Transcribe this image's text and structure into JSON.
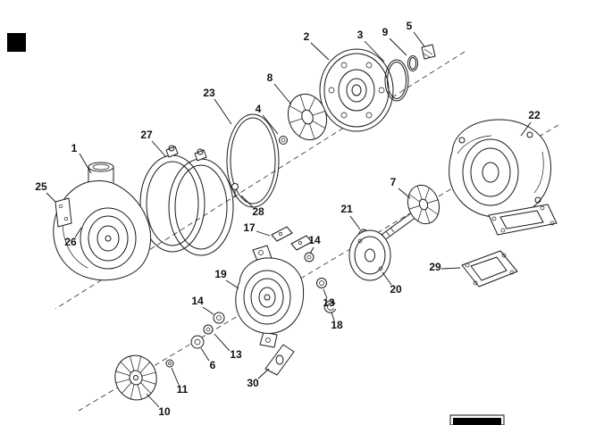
{
  "colors": {
    "background": "#ffffff",
    "line_art": "#1a1a1a",
    "callout_text": "#111111",
    "corner_marker": "#000000"
  },
  "diagram": {
    "kind": "exploded-parts-line-drawing"
  },
  "callouts": [
    {
      "label": "1"
    },
    {
      "label": "27"
    },
    {
      "label": "23"
    },
    {
      "label": "8"
    },
    {
      "label": "2"
    },
    {
      "label": "3"
    },
    {
      "label": "9"
    },
    {
      "label": "5"
    },
    {
      "label": "4"
    },
    {
      "label": "22"
    },
    {
      "label": "25"
    },
    {
      "label": "26"
    },
    {
      "label": "28"
    },
    {
      "label": "17"
    },
    {
      "label": "7"
    },
    {
      "label": "21"
    },
    {
      "label": "14"
    },
    {
      "label": "20"
    },
    {
      "label": "29"
    },
    {
      "label": "19"
    },
    {
      "label": "13"
    },
    {
      "label": "18"
    },
    {
      "label": "14"
    },
    {
      "label": "13"
    },
    {
      "label": "6"
    },
    {
      "label": "11"
    },
    {
      "label": "10"
    },
    {
      "label": "30"
    }
  ]
}
